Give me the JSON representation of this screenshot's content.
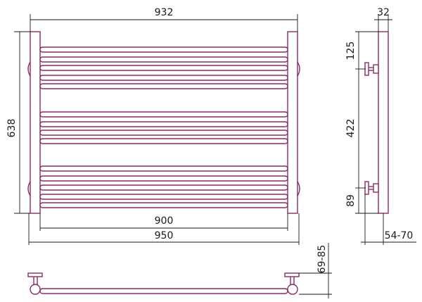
{
  "dimensions": {
    "top_width": "932",
    "right_depth": "32",
    "left_height": "638",
    "inner_width": "900",
    "overall_width": "950",
    "side_top_offset": "125",
    "side_mount_spacing": "422",
    "side_bottom_offset": "89",
    "wall_distance": "54-70",
    "bottom_depth": "69-85"
  },
  "colors": {
    "product_outline": "#8a2b63",
    "dimension_lines": "#1a1a1a"
  }
}
